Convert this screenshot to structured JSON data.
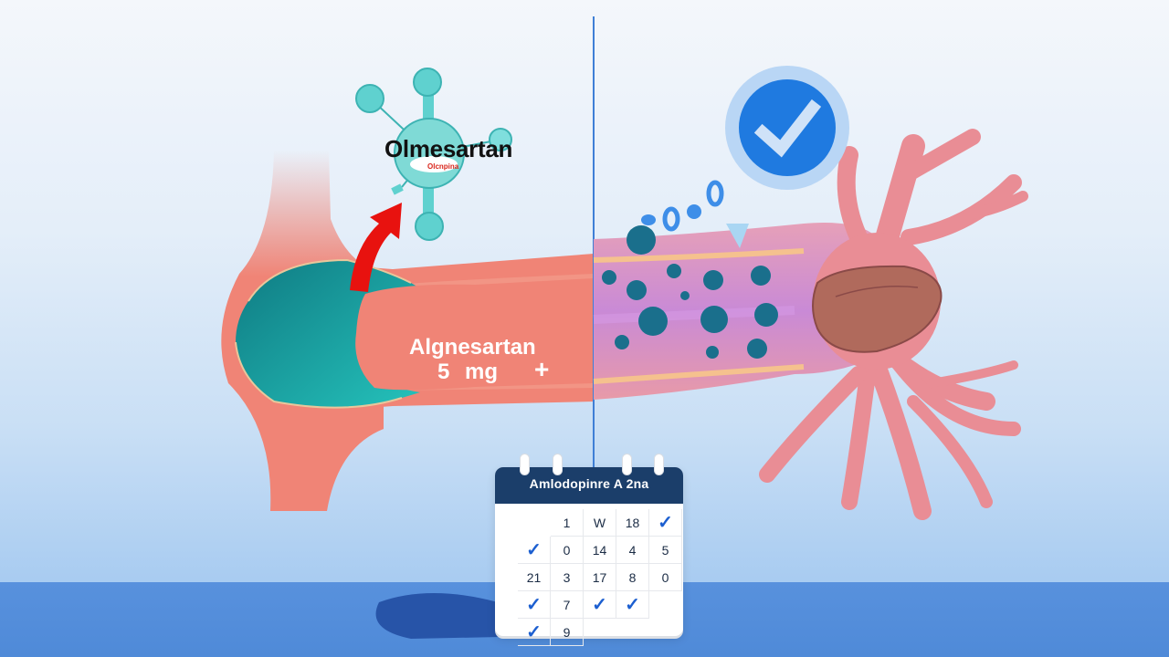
{
  "illustration": {
    "molecule": {
      "title": "Olmesartan",
      "subtitle": "Olcnpina"
    },
    "vessel": {
      "drug_label": "Algnesartan",
      "dose_label": "5 mg",
      "plus_sign": "+"
    },
    "calendar": {
      "title": "Amlodopinre A 2na",
      "rows": [
        [
          "",
          "1",
          "W",
          "18",
          "✓"
        ],
        [
          "✓",
          "0",
          "14",
          "4",
          "5"
        ],
        [
          "21",
          "3",
          "17",
          "8",
          "0"
        ],
        [
          "✓",
          "7",
          "✓",
          "✓",
          ""
        ],
        [
          "✓",
          "9",
          "",
          "",
          ""
        ]
      ]
    },
    "status_badge": {
      "icon": "checkmark-icon"
    },
    "colors": {
      "vessel": "#f08476",
      "lumen": "#1aa3a3",
      "arrow": "#e8120f",
      "molecule": "#5fd1cf",
      "badge": "#1f7ae0",
      "badge_ring": "#b9d6f5",
      "plaque": "#b06a5c",
      "calendar_header": "#1b3e6a",
      "floor": "#5891dd"
    }
  }
}
